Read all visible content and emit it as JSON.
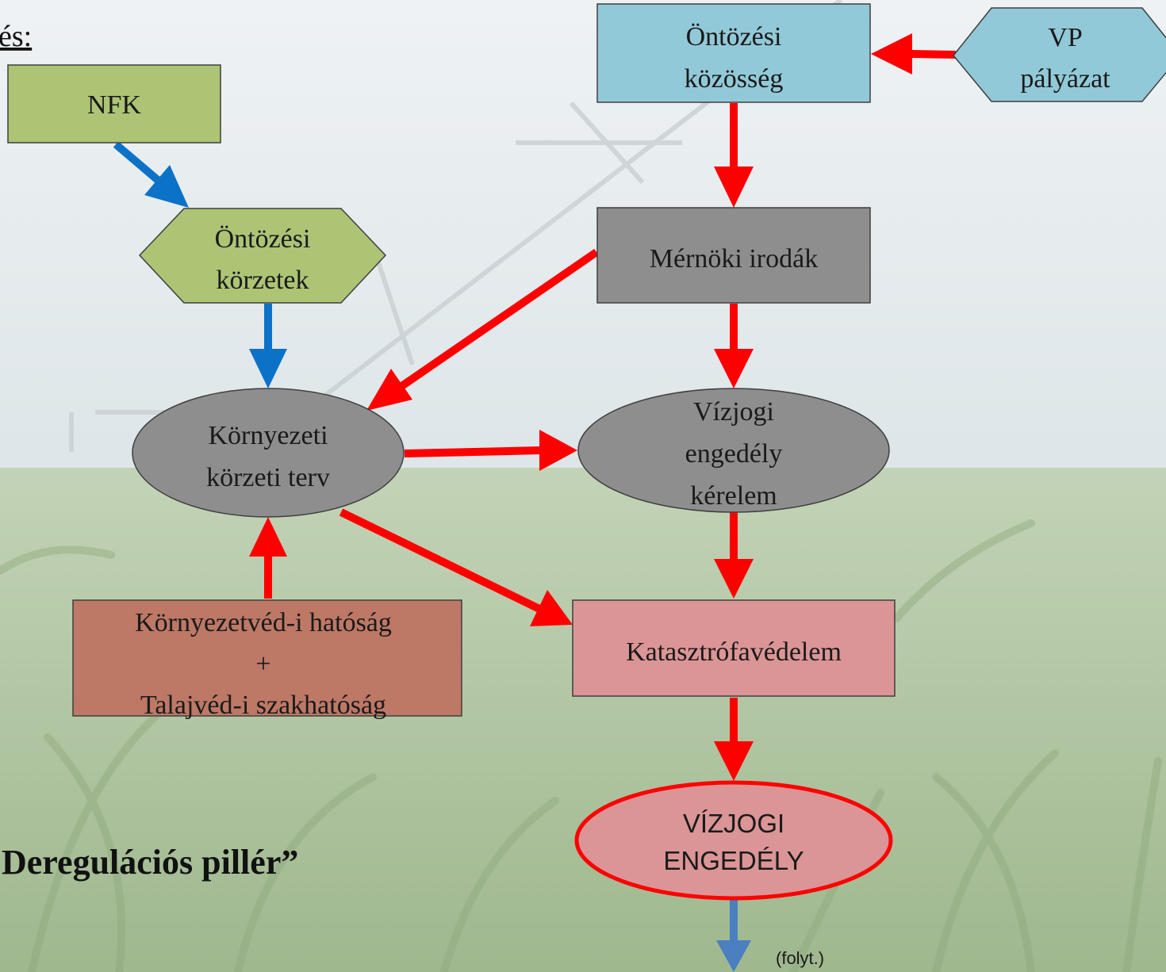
{
  "header": {
    "title_fragment": "és:"
  },
  "pillar_label": "„Deregulációs pillér”",
  "continuation_label": "(folyt.)",
  "nodes": {
    "nfk": {
      "label": "NFK"
    },
    "ontozesi_kozosseg": {
      "line1": "Öntözési",
      "line2": "közösség"
    },
    "vp_palyazat": {
      "line1": "VP",
      "line2": "pályázat"
    },
    "ontozesi_korzetek": {
      "line1": "Öntözési",
      "line2": "körzetek"
    },
    "mernoki_irodak": {
      "label": "Mérnöki irodák"
    },
    "kornyezeti_korzeti_terv": {
      "line1": "Környezeti",
      "line2": "körzeti terv"
    },
    "vizjogi_engedely_kerelem": {
      "line1": "Vízjogi",
      "line2": "engedély",
      "line3": "kérelem"
    },
    "kornyezetved_hatosag": {
      "line1": "Környezetvéd-i hatóság",
      "line2": "+",
      "line3": "Talajvéd-i szakhatóság"
    },
    "katasztrofavedelem": {
      "label": "Katasztrófavédelem"
    },
    "vizjogi_engedely": {
      "line1": "VÍZJOGI",
      "line2": "ENGEDÉLY"
    }
  },
  "colors": {
    "green_box": "#adc475",
    "blue_box": "#92c9d8",
    "gray_box": "#8e8e8e",
    "brown_box": "#bd7866",
    "pink_box": "#db9596",
    "red_arrow": "#ff0000",
    "blue_arrow": "#0b72c8",
    "continue_arrow": "#4a7fc1"
  }
}
